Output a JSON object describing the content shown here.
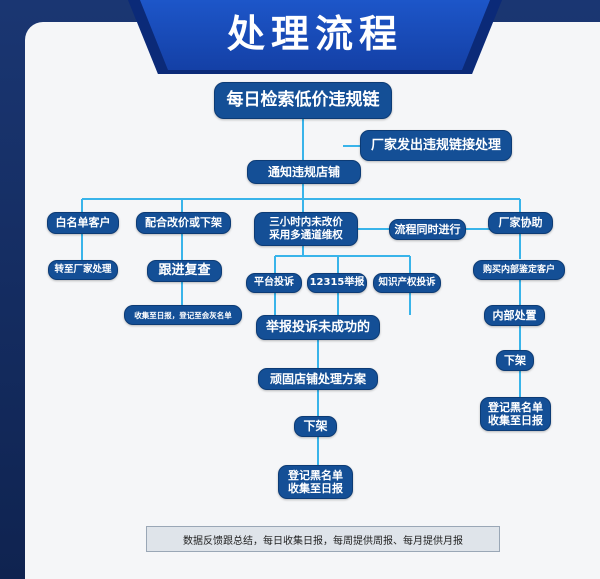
{
  "title": "处理流程",
  "nodes": {
    "daily_search": "每日检索低价违规链",
    "manufacturer_links": "厂家发出违规链接处理",
    "notify_store": "通知违规店铺",
    "whitelist": "白名单客户",
    "cooperate": "配合改价或下架",
    "three_hours": "三小时内未改价\n采用多通道维权",
    "parallel": "流程同时进行",
    "manufacturer_assist": "厂家协助",
    "transfer_manufacturer": "转至厂家处理",
    "follow_up": "跟进复查",
    "purchase_identify": "购买内部鉴定客户",
    "platform_complaint": "平台投诉",
    "report_12315": "12315举报",
    "ip_complaint": "知识产权投诉",
    "collect_daily_gray": "收集至日报，登记至会灰名单",
    "internal_handling": "内部处置",
    "report_failed": "举报投诉未成功的",
    "takedown_right": "下架",
    "stubborn_plan": "顽固店铺处理方案",
    "blacklist_right": "登记黑名单\n收集至日报",
    "takedown_center": "下架",
    "blacklist_center": "登记黑名单\n收集至日报"
  },
  "footer": "数据反馈跟总结，每日收集日报，每周提供周报、每月提供月报",
  "colors": {
    "node": "#144f96",
    "connector": "#39b4ea",
    "banner": "#1d56c9",
    "panel": "#f5f6f8"
  }
}
